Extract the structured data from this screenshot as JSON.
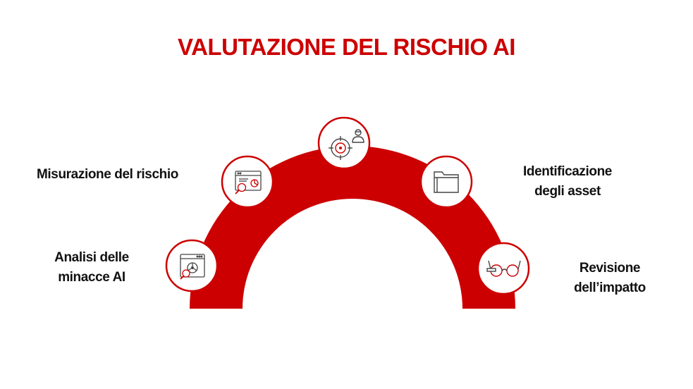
{
  "title": "VALUTAZIONE DEL RISCHIO AI",
  "colors": {
    "accent": "#cc0000",
    "text": "#111111",
    "icon_stroke": "#444444"
  },
  "steps": [
    {
      "icon": "magnifier-browser-chart-icon",
      "lines": [
        "Misurazione del rischio"
      ]
    },
    {
      "icon": "biohazard-browser-icon",
      "lines": [
        "Analisi delle",
        "minacce AI"
      ]
    },
    {
      "icon": "target-crosshair-hacker-icon",
      "lines": []
    },
    {
      "icon": "folder-icon",
      "lines": [
        "Identificazione",
        "degli asset"
      ]
    },
    {
      "icon": "glasses-icon",
      "lines": [
        "Revisione",
        "dell’impatto"
      ]
    }
  ]
}
